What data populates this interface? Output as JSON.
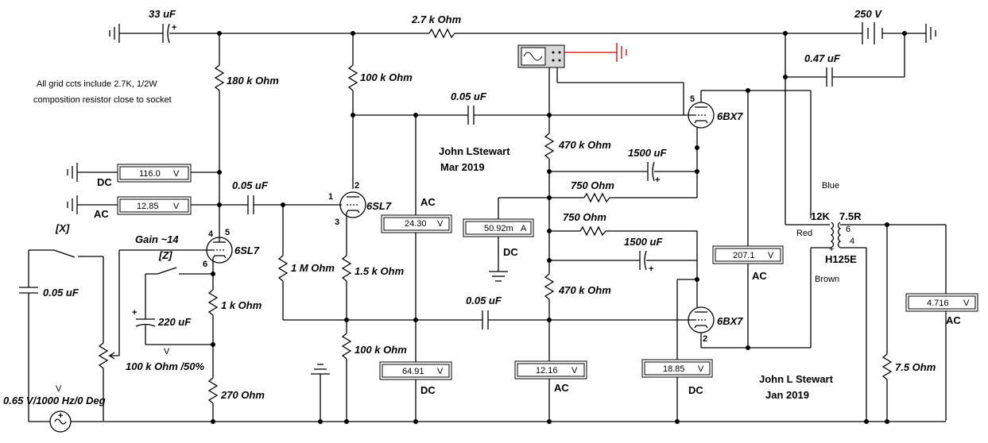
{
  "colors": {
    "background": "#ffffff",
    "wire": "#000000",
    "scope_ground": "#cc0000",
    "scope_body": "#d8d8d8",
    "source_indicator": "#3355ff"
  },
  "capacitors": {
    "c_33uF": "33 uF",
    "c_047uF": "0.47 uF",
    "c_005uF_top": "0.05 uF",
    "c_005uF_mid": "0.05 uF",
    "c_005uF_bot": "0.05 uF",
    "c_005uF_left": "0.05 uF",
    "c_1500uF_top": "1500 uF",
    "c_1500uF_bot": "1500 uF",
    "c_220uF": "220 uF"
  },
  "resistors": {
    "r_27k": "2.7 k Ohm",
    "r_180k": "180 k Ohm",
    "r_100k_top": "100 k Ohm",
    "r_470k_top": "470 k Ohm",
    "r_750_top": "750  Ohm",
    "r_750_bot": "750  Ohm",
    "r_470k_bot": "470 k Ohm",
    "r_1M": "1 M Ohm",
    "r_15k": "1.5 k Ohm",
    "r_100k_bot": "100 k Ohm",
    "r_1k": "1 k Ohm",
    "r_270": "270  Ohm",
    "r_pot": "100 k Ohm /50%",
    "r_75": "7.5  Ohm"
  },
  "supply": {
    "label": "250 V"
  },
  "source": {
    "label": "0.65 V/1000 Hz/0 Deg",
    "marker": "V"
  },
  "tubes": {
    "v1": {
      "name": "6SL7",
      "pins": [
        "4",
        "5",
        "6"
      ]
    },
    "v2": {
      "name": "6SL7",
      "pins": [
        "1",
        "2",
        "3"
      ]
    },
    "v3": {
      "name": "6BX7",
      "pins": [
        "5"
      ]
    },
    "v4": {
      "name": "6BX7",
      "pins": [
        "2"
      ]
    }
  },
  "transformer": {
    "name": "H125E",
    "primary": "12K",
    "secondary": "7.5R",
    "pin6": "6",
    "pin4": "4",
    "plus": "+",
    "blue": "Blue",
    "red": "Red",
    "brown": "Brown"
  },
  "switches": {
    "x": "[X]",
    "z": "[Z]"
  },
  "gain": "Gain ~14",
  "note_lines": [
    "All grid ccts include 2.7K, 1/2W",
    "composition resistor close to socket"
  ],
  "authors": {
    "top_name": "John LStewart",
    "top_date": "Mar 2019",
    "bottom_name": "John L Stewart",
    "bottom_date": "Jan 2019"
  },
  "meters": {
    "m_dc_116": {
      "value": "116.0",
      "unit": "V",
      "mode": "DC"
    },
    "m_ac_1285": {
      "value": "12.85",
      "unit": "V",
      "mode": "AC"
    },
    "m_ac_2430": {
      "value": "24.30",
      "unit": "V",
      "mode": "AC"
    },
    "m_dc_5092": {
      "value": "50.92m",
      "unit": "A",
      "mode": "DC"
    },
    "m_ac_2071": {
      "value": "207.1",
      "unit": "V",
      "mode": "AC"
    },
    "m_ac_4716": {
      "value": "4.716",
      "unit": "V",
      "mode": "AC"
    },
    "m_dc_6491": {
      "value": "64.91",
      "unit": "V",
      "mode": "DC"
    },
    "m_ac_1216": {
      "value": "12.16",
      "unit": "V",
      "mode": "AC"
    },
    "m_dc_1885": {
      "value": "18.85",
      "unit": "V",
      "mode": "DC"
    }
  }
}
